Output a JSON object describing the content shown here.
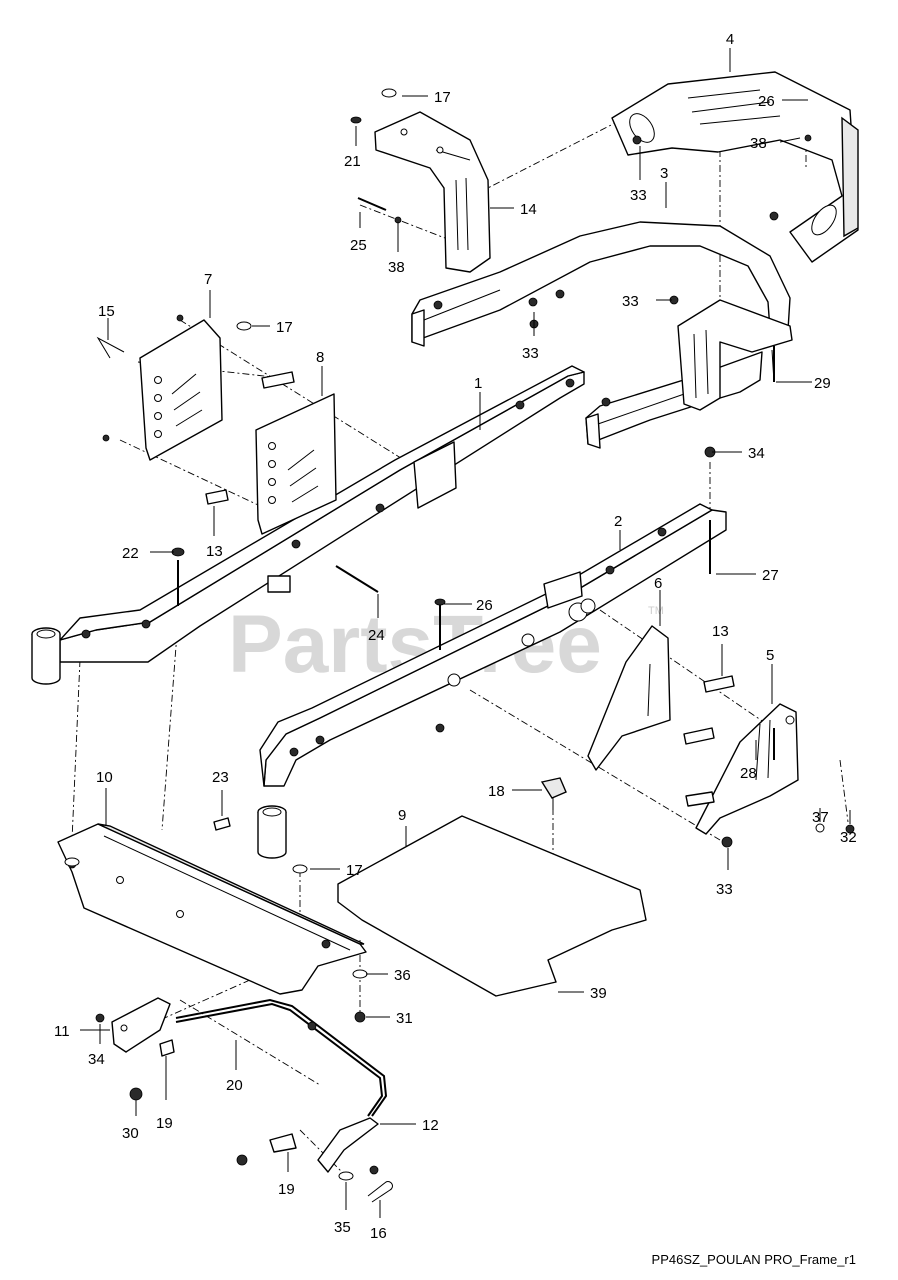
{
  "watermark": "PartsTree",
  "watermark_tm": "TM",
  "footer_caption": "PP46SZ_POULAN PRO_Frame_r1",
  "callouts": {
    "c1": "1",
    "c2": "2",
    "c3": "3",
    "c4": "4",
    "c5": "5",
    "c6": "6",
    "c7": "7",
    "c8": "8",
    "c9": "9",
    "c10": "10",
    "c11": "11",
    "c12": "12",
    "c13a": "13",
    "c13b": "13",
    "c14": "14",
    "c15": "15",
    "c16": "16",
    "c17a": "17",
    "c17b": "17",
    "c17c": "17",
    "c18": "18",
    "c19a": "19",
    "c19b": "19",
    "c20": "20",
    "c21": "21",
    "c22": "22",
    "c23": "23",
    "c24": "24",
    "c25": "25",
    "c26a": "26",
    "c26b": "26",
    "c27": "27",
    "c28": "28",
    "c29": "29",
    "c30": "30",
    "c31": "31",
    "c32": "32",
    "c33a": "33",
    "c33b": "33",
    "c33c": "33",
    "c33d": "33",
    "c34a": "34",
    "c34b": "34",
    "c35": "35",
    "c36": "36",
    "c37": "37",
    "c38a": "38",
    "c38b": "38",
    "c39": "39"
  }
}
